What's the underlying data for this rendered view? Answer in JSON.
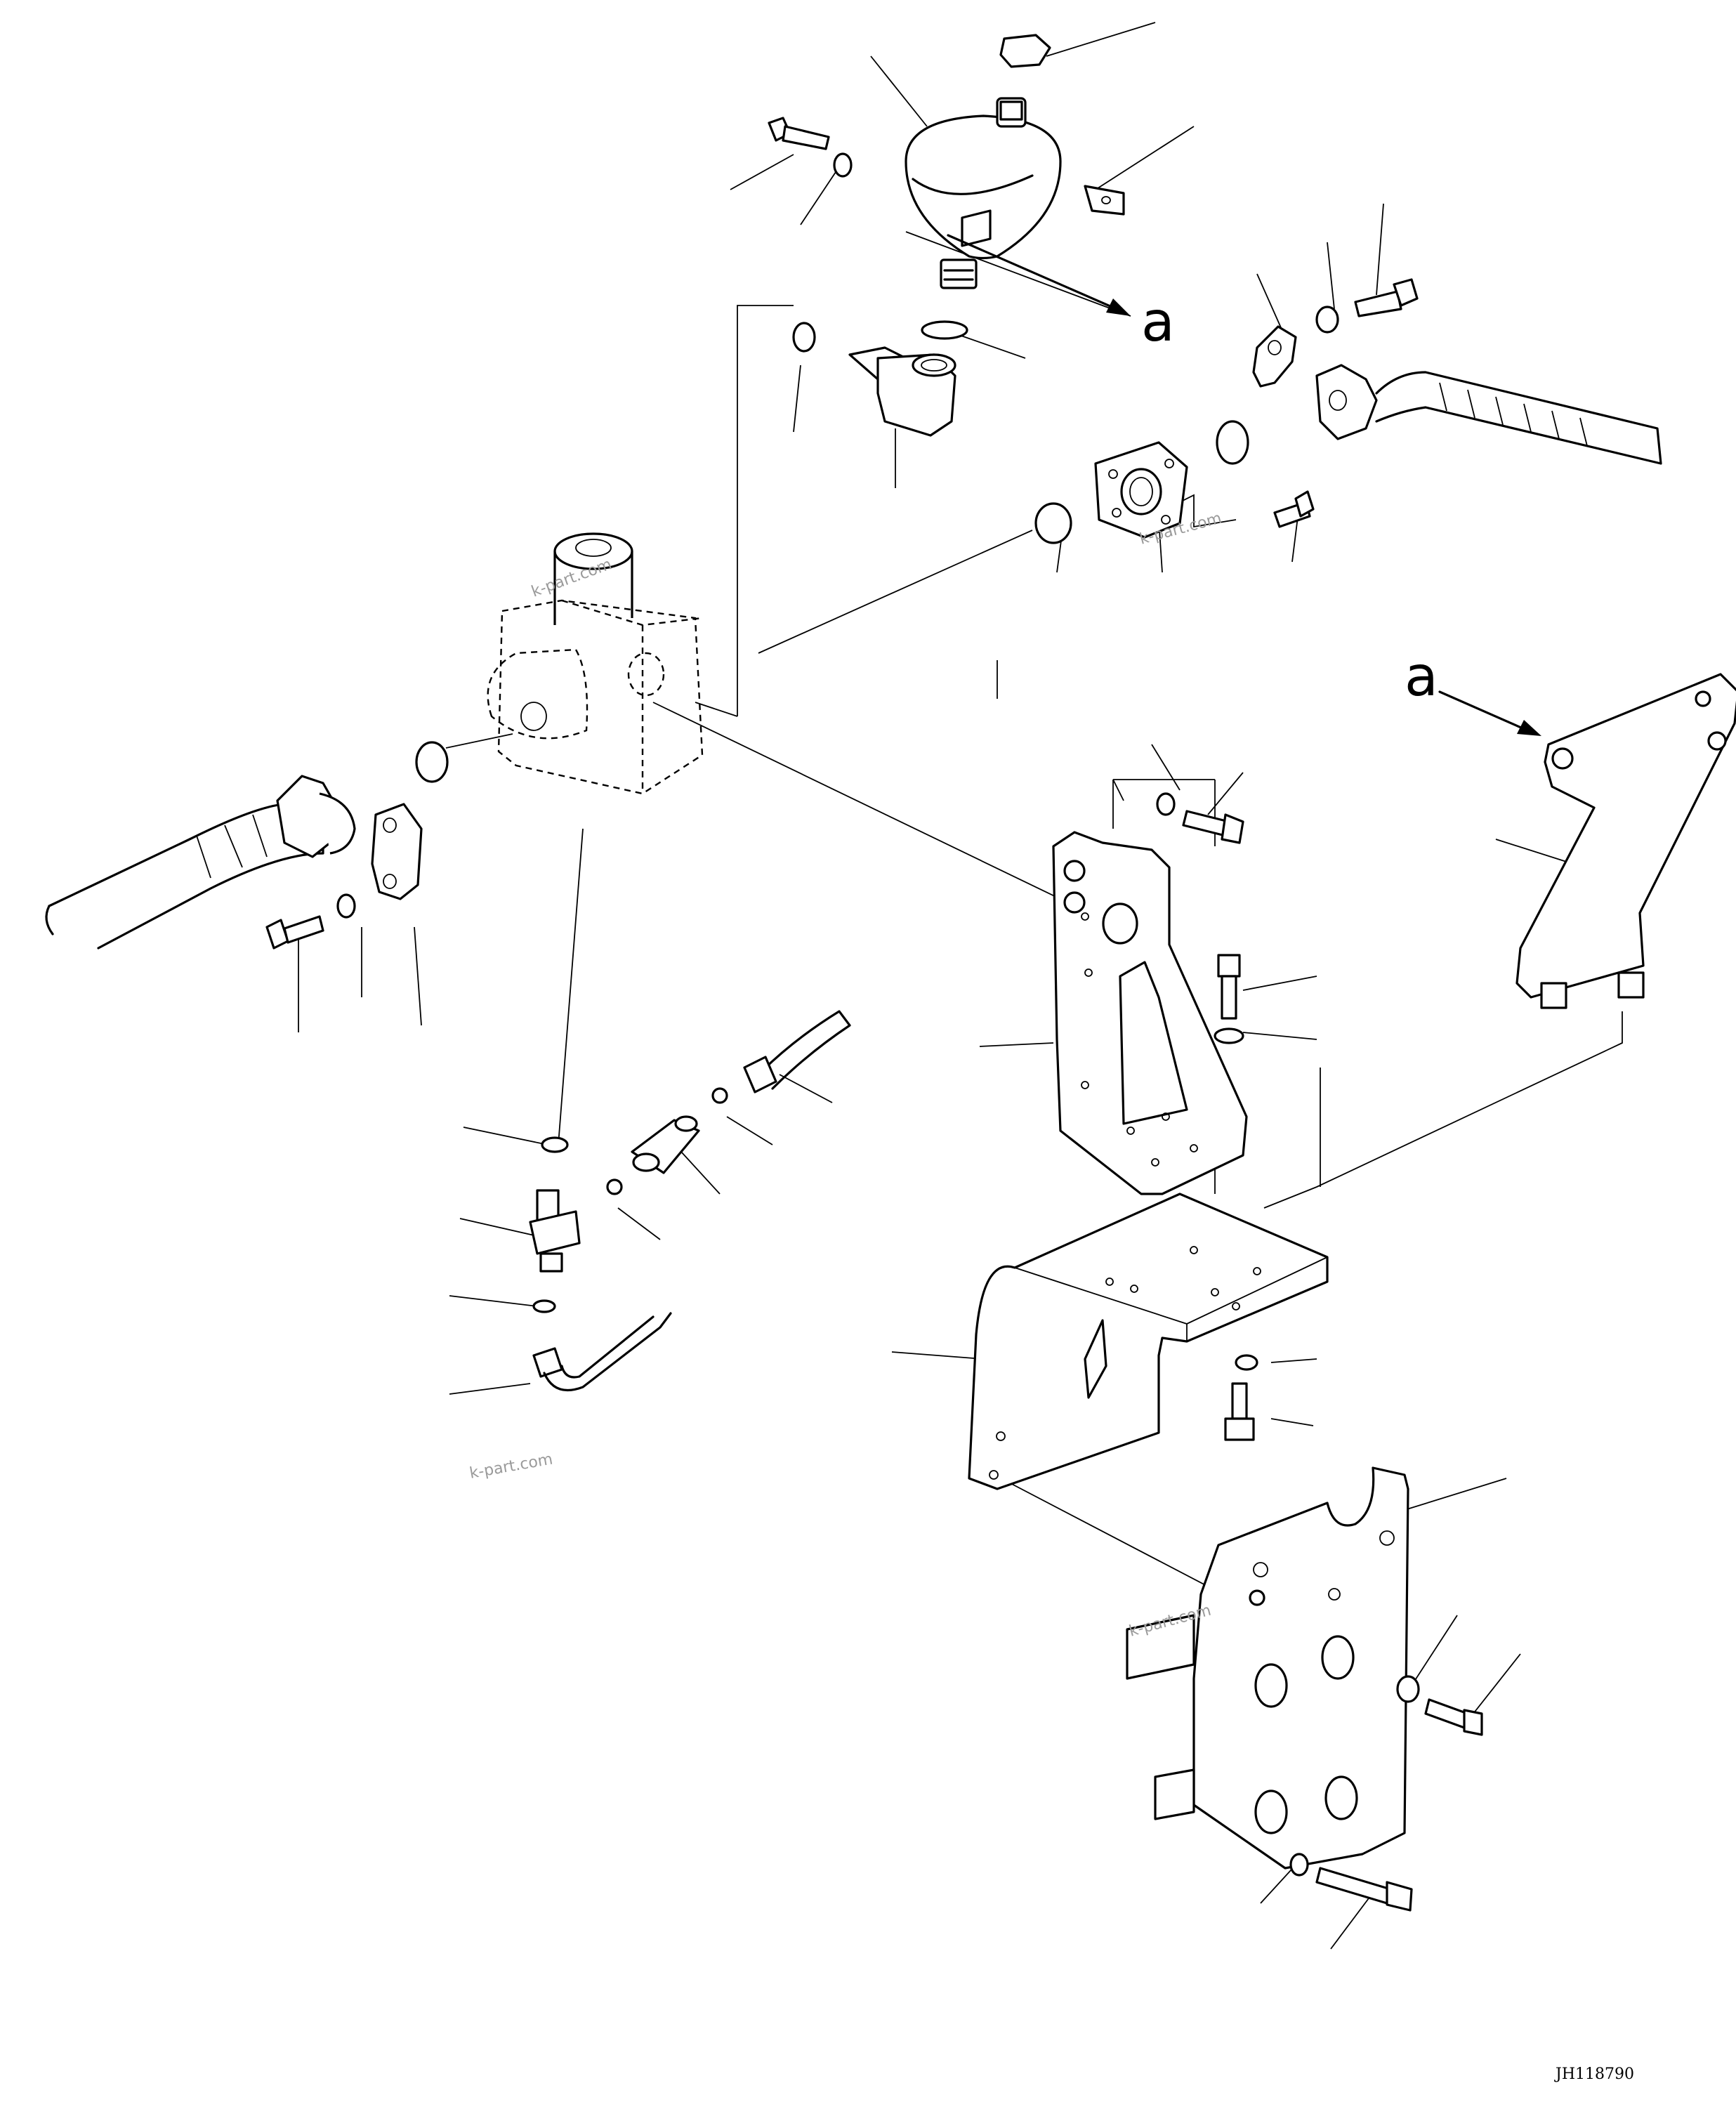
{
  "diagram": {
    "callout_letter_top": "a",
    "callout_letter_right": "a",
    "watermarks": [
      "k-part.com",
      "k-part.com",
      "k-part.com",
      "k-part.com"
    ],
    "drawing_code": "JH118790"
  }
}
